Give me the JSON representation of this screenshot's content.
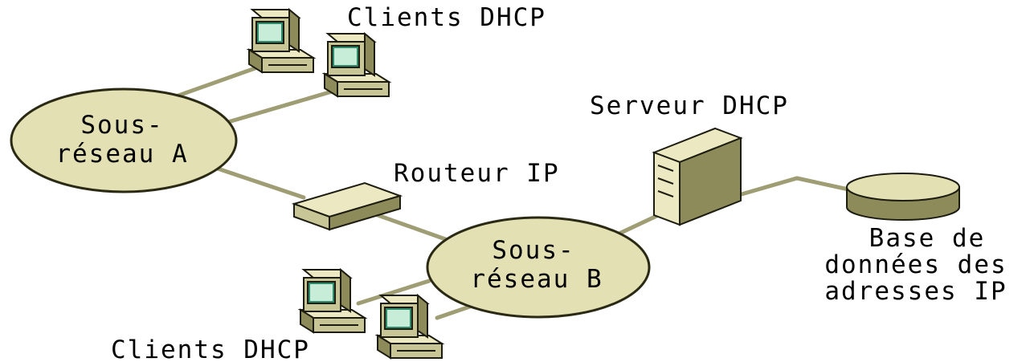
{
  "colors": {
    "link": "#9f9d74",
    "cloud_fill": "#e3e0b4",
    "cloud_stroke": "#2a2a14",
    "device_light": "#ece9c2",
    "device_mid": "#c8c596",
    "device_dark": "#8e8b5a",
    "screen": "#2e8a6a"
  },
  "labels": {
    "clients_top": "Clients DHCP",
    "clients_bottom": "Clients DHCP",
    "server": "Serveur DHCP",
    "router": "Routeur IP",
    "subnet_a_line1": "Sous-",
    "subnet_a_line2": "réseau A",
    "subnet_b_line1": "Sous-",
    "subnet_b_line2": "réseau B",
    "db_line1": "Base de",
    "db_line2": "données des",
    "db_line3": "adresses IP"
  }
}
